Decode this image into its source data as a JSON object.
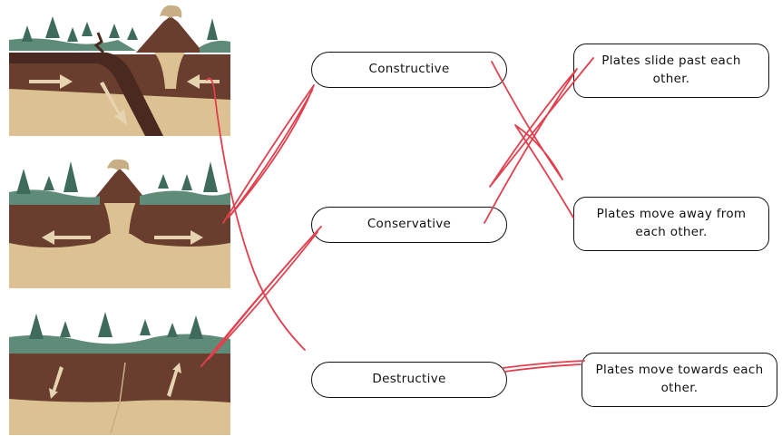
{
  "terms": [
    {
      "id": "constructive",
      "label": "Constructive"
    },
    {
      "id": "conservative",
      "label": "Conservative"
    },
    {
      "id": "destructive",
      "label": "Destructive"
    }
  ],
  "descriptions": [
    {
      "id": "slide",
      "label": "Plates slide past each other."
    },
    {
      "id": "away",
      "label": "Plates move away from each other."
    },
    {
      "id": "towards",
      "label": "Plates move towards each other."
    }
  ],
  "images": [
    {
      "id": "subduction-volcano",
      "icon": "subduction-zone-illustration"
    },
    {
      "id": "rift-volcano",
      "icon": "divergent-rift-illustration"
    },
    {
      "id": "transform-fault",
      "icon": "transform-fault-illustration"
    }
  ],
  "colors": {
    "ink": "#e0404e",
    "soil": "#6a3e2e",
    "ground": "#dcc293",
    "grass": "#5e8c78",
    "tree": "#3f6b5c",
    "arrow": "#e6d3b0"
  }
}
